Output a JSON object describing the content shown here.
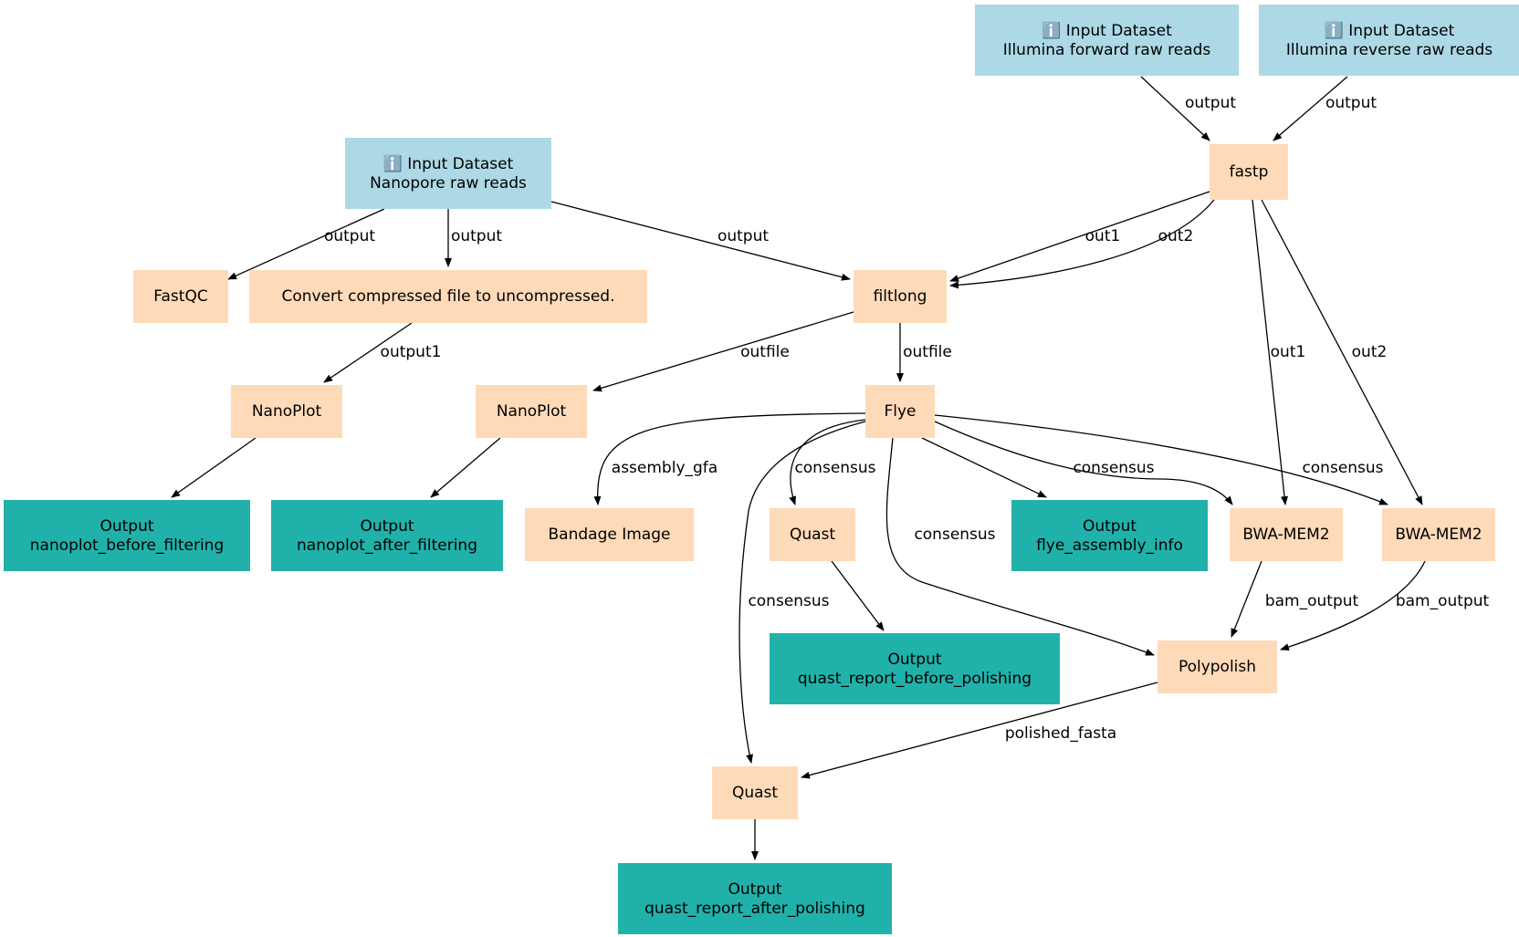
{
  "colors": {
    "input": "#add8e6",
    "tool": "#ffdab9",
    "output": "#20b2aa",
    "edge": "#000000"
  },
  "nodes": [
    {
      "id": "in_nanopore",
      "kind": "input",
      "icon": "info-icon",
      "icon_glyph": "ℹ️",
      "line1": "Input Dataset",
      "line2": "Nanopore raw reads"
    },
    {
      "id": "in_fwd",
      "kind": "input",
      "icon": "info-icon",
      "icon_glyph": "ℹ️",
      "line1": "Input Dataset",
      "line2": "Illumina forward raw reads"
    },
    {
      "id": "in_rev",
      "kind": "input",
      "icon": "info-icon",
      "icon_glyph": "ℹ️",
      "line1": "Input Dataset",
      "line2": "Illumina reverse raw reads"
    },
    {
      "id": "fastp",
      "kind": "tool",
      "line1": "fastp"
    },
    {
      "id": "fastqc",
      "kind": "tool",
      "line1": "FastQC"
    },
    {
      "id": "convert",
      "kind": "tool",
      "line1": "Convert compressed file to uncompressed."
    },
    {
      "id": "filtlong",
      "kind": "tool",
      "line1": "filtlong"
    },
    {
      "id": "nanoplot1",
      "kind": "tool",
      "line1": "NanoPlot"
    },
    {
      "id": "nanoplot2",
      "kind": "tool",
      "line1": "NanoPlot"
    },
    {
      "id": "flye",
      "kind": "tool",
      "line1": "Flye"
    },
    {
      "id": "out_np_before",
      "kind": "output",
      "line1": "Output",
      "line2": "nanoplot_before_filtering"
    },
    {
      "id": "out_np_after",
      "kind": "output",
      "line1": "Output",
      "line2": "nanoplot_after_filtering"
    },
    {
      "id": "bandage",
      "kind": "tool",
      "line1": "Bandage Image"
    },
    {
      "id": "quast1",
      "kind": "tool",
      "line1": "Quast"
    },
    {
      "id": "out_flye_info",
      "kind": "output",
      "line1": "Output",
      "line2": "flye_assembly_info"
    },
    {
      "id": "bwa1",
      "kind": "tool",
      "line1": "BWA-MEM2"
    },
    {
      "id": "bwa2",
      "kind": "tool",
      "line1": "BWA-MEM2"
    },
    {
      "id": "out_quast_before",
      "kind": "output",
      "line1": "Output",
      "line2": "quast_report_before_polishing"
    },
    {
      "id": "polypolish",
      "kind": "tool",
      "line1": "Polypolish"
    },
    {
      "id": "quast2",
      "kind": "tool",
      "line1": "Quast"
    },
    {
      "id": "out_quast_after",
      "kind": "output",
      "line1": "Output",
      "line2": "quast_report_after_polishing"
    }
  ],
  "edges": [
    {
      "id": "e1",
      "from": "in_fwd",
      "to": "fastp",
      "label": "output"
    },
    {
      "id": "e2",
      "from": "in_rev",
      "to": "fastp",
      "label": "output"
    },
    {
      "id": "e3",
      "from": "in_nanopore",
      "to": "fastqc",
      "label": "output"
    },
    {
      "id": "e4",
      "from": "in_nanopore",
      "to": "convert",
      "label": "output"
    },
    {
      "id": "e5",
      "from": "in_nanopore",
      "to": "filtlong",
      "label": "output"
    },
    {
      "id": "e6",
      "from": "fastp",
      "to": "filtlong",
      "label": "out1"
    },
    {
      "id": "e7",
      "from": "fastp",
      "to": "filtlong",
      "label": "out2"
    },
    {
      "id": "e8",
      "from": "fastp",
      "to": "bwa1",
      "label": "out1"
    },
    {
      "id": "e9",
      "from": "fastp",
      "to": "bwa2",
      "label": "out2"
    },
    {
      "id": "e10",
      "from": "convert",
      "to": "nanoplot1",
      "label": "output1"
    },
    {
      "id": "e11",
      "from": "filtlong",
      "to": "nanoplot2",
      "label": "outfile"
    },
    {
      "id": "e12",
      "from": "filtlong",
      "to": "flye",
      "label": "outfile"
    },
    {
      "id": "e13",
      "from": "nanoplot1",
      "to": "out_np_before",
      "label": ""
    },
    {
      "id": "e14",
      "from": "nanoplot2",
      "to": "out_np_after",
      "label": ""
    },
    {
      "id": "e15",
      "from": "flye",
      "to": "bandage",
      "label": "assembly_gfa"
    },
    {
      "id": "e16",
      "from": "flye",
      "to": "quast1",
      "label": "consensus"
    },
    {
      "id": "e17",
      "from": "flye",
      "to": "quast2",
      "label": "consensus"
    },
    {
      "id": "e18",
      "from": "flye",
      "to": "polypolish",
      "label": "consensus"
    },
    {
      "id": "e19",
      "from": "flye",
      "to": "out_flye_info",
      "label": ""
    },
    {
      "id": "e20",
      "from": "flye",
      "to": "bwa1",
      "label": "consensus"
    },
    {
      "id": "e21",
      "from": "flye",
      "to": "bwa2",
      "label": "consensus"
    },
    {
      "id": "e22",
      "from": "quast1",
      "to": "out_quast_before",
      "label": ""
    },
    {
      "id": "e23",
      "from": "bwa1",
      "to": "polypolish",
      "label": "bam_output"
    },
    {
      "id": "e24",
      "from": "bwa2",
      "to": "polypolish",
      "label": "bam_output"
    },
    {
      "id": "e25",
      "from": "polypolish",
      "to": "quast2",
      "label": "polished_fasta"
    },
    {
      "id": "e26",
      "from": "quast2",
      "to": "out_quast_after",
      "label": ""
    }
  ]
}
